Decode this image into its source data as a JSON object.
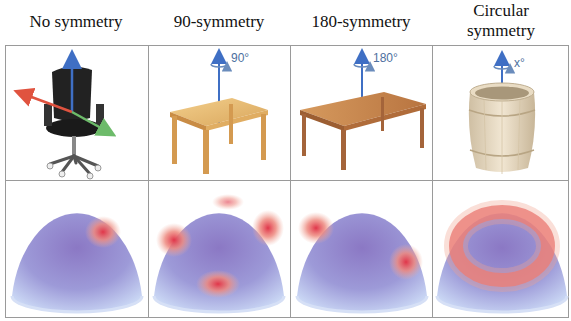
{
  "diagram": {
    "labels": [
      "No symmetry",
      "90-symmetry",
      "180-symmetry",
      "Circular symmetry",
      "90°",
      "180°",
      "x°"
    ]
  }
}
